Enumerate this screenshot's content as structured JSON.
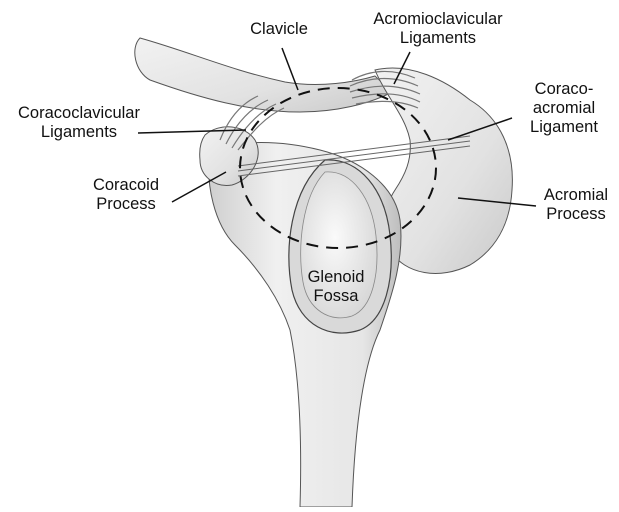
{
  "labels": {
    "clavicle": "Clavicle",
    "ac_ligaments": [
      "Acromioclavicular",
      "Ligaments"
    ],
    "cc_ligaments": [
      "Coracoclavicular",
      "Ligaments"
    ],
    "ca_ligament": [
      "Coraco-",
      "acromial",
      "Ligament"
    ],
    "coracoid": [
      "Coracoid",
      "Process"
    ],
    "acromial": [
      "Acromial",
      "Process"
    ],
    "glenoid": [
      "Glenoid",
      "Fossa"
    ]
  }
}
